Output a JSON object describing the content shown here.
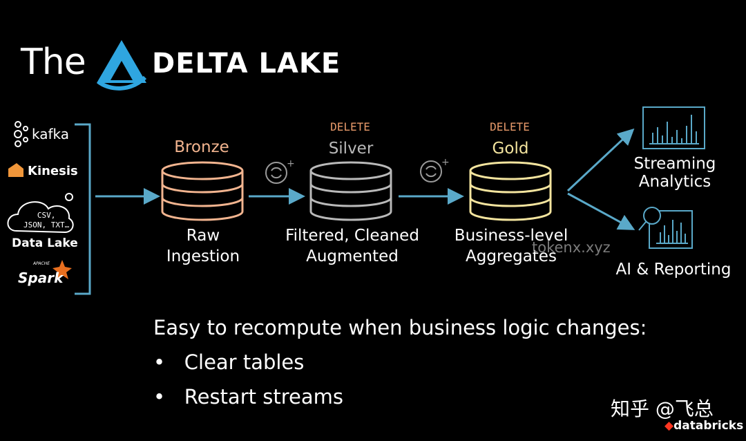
{
  "header": {
    "title_prefix": "The",
    "title_brand": "DELTA LAKE"
  },
  "sources": {
    "items": [
      {
        "label": "kafka",
        "icon": "kafka-icon"
      },
      {
        "label": "Kinesis",
        "icon": "kinesis-icon"
      },
      {
        "label": "CSV,\nJSON, TXT…",
        "caption": "Data Lake",
        "icon": "cloud-icon"
      },
      {
        "label": "Spark",
        "superscript": "APACHE",
        "icon": "spark-star-icon"
      }
    ]
  },
  "tiers": [
    {
      "name": "Bronze",
      "desc": "Raw\nIngestion",
      "color": "#f2b48f",
      "delete_label": ""
    },
    {
      "name": "Silver",
      "desc": "Filtered, Cleaned\nAugmented",
      "color": "#b9b9b9",
      "delete_label": "DELETE"
    },
    {
      "name": "Gold",
      "desc": "Business-level\nAggregates",
      "color": "#f3e49e",
      "delete_label": "DELETE"
    }
  ],
  "outputs": [
    {
      "label": "Streaming\nAnalytics",
      "icon": "bar-chart-icon"
    },
    {
      "label": "AI & Reporting",
      "icon": "magnifier-chart-icon"
    }
  ],
  "bottom": {
    "heading": "Easy to recompute when business logic changes:",
    "bullets": [
      "Clear tables",
      "Restart streams"
    ]
  },
  "watermarks": {
    "zhihu": "知乎 @飞总",
    "databricks": "databricks",
    "site": "tokenx.xyz"
  },
  "colors": {
    "accent": "#5aa9c9",
    "bronze": "#f2b48f",
    "silver": "#b9b9b9",
    "gold": "#f3e49e",
    "logo": "#2fa6e0"
  }
}
